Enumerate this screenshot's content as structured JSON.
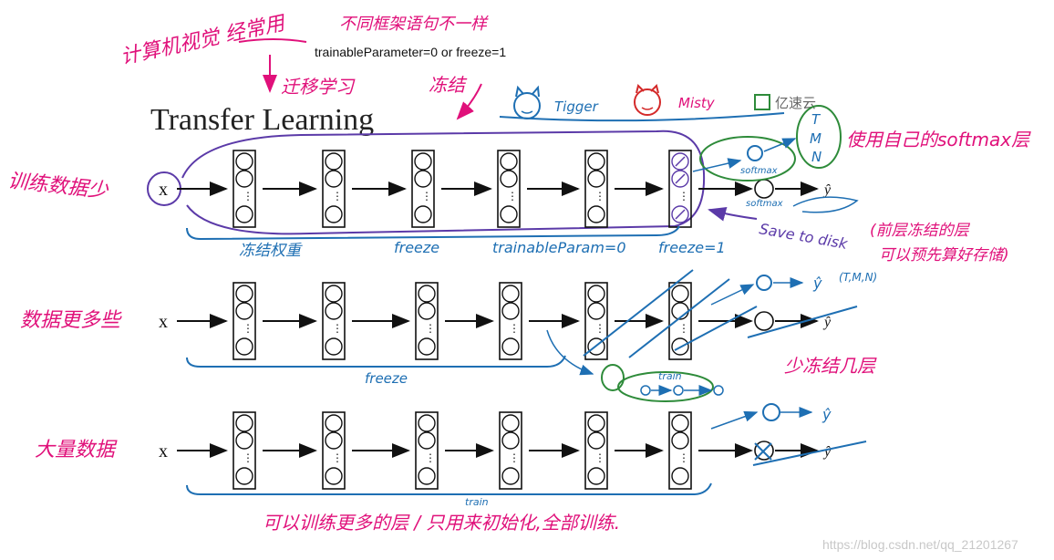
{
  "title": "Transfer Learning",
  "typed_note": "trainableParameter=0  or  freeze=1",
  "input_label": "x",
  "output_label": "ŷ",
  "cats": [
    "Tigger",
    "Misty"
  ],
  "cloud_logo": "亿速云",
  "annotations": {
    "top_note": "计算机视觉 经常用",
    "transfer": "迁移学习",
    "frameworks": "不同框架语句不一样",
    "freeze_cn": "冻结",
    "softmax_own": "使用自己的softmax层",
    "softmax_label": "softmax",
    "softmax_small": "softmax",
    "tmn": [
      "T",
      "M",
      "N"
    ],
    "save_to_disk": "Save to disk",
    "save_note_1": "(前层冻结的层",
    "save_note_2": "可以预先算好存储)",
    "less_data": "训练数据少",
    "freeze_weights": "冻结权重",
    "freeze_word": "freeze",
    "trainable_param": "trainableParam=0",
    "freeze_eq": "freeze=1",
    "more_data": "数据更多些",
    "tmn_row2": "(T,M,N)",
    "freeze_row2": "freeze",
    "train_row2": "train",
    "fewer_frozen": "少冻结几层",
    "large_data": "大量数据",
    "train_row3": "train",
    "bottom_note": "可以训练更多的层 / 只用来初始化,全部训练."
  },
  "watermark": "https://blog.csdn.net/qq_21201267",
  "colors": {
    "pink": "#e0107a",
    "blue": "#1e6fb3",
    "purple": "#5b3aa8",
    "green": "#2e8b3a",
    "red": "#d42a2a",
    "ink": "#111111"
  }
}
